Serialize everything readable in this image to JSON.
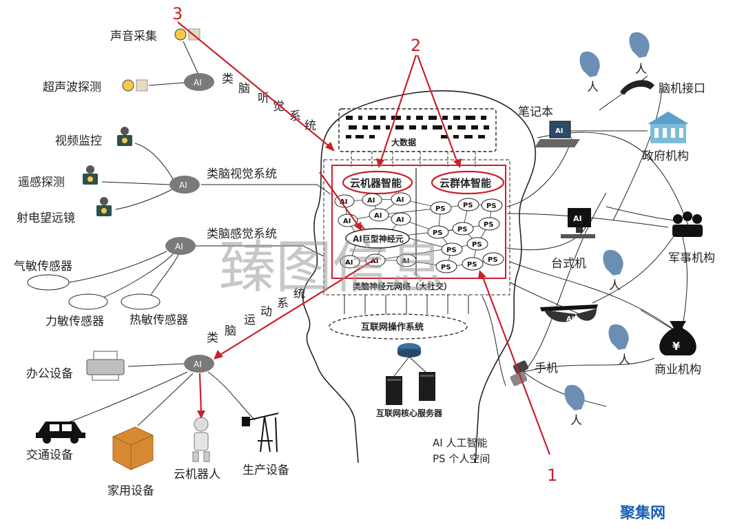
{
  "markers": {
    "m1": "1",
    "m2": "2",
    "m3": "3"
  },
  "hub_label": "AI",
  "hubs": {
    "hearing": {
      "system": [
        "类",
        "脑",
        "听",
        "觉",
        "系",
        "统"
      ],
      "inputs": [
        "声音采集",
        "超声波探测"
      ]
    },
    "vision": {
      "system": "类脑视觉系统",
      "inputs": [
        "视频监控",
        "遥感探测",
        "射电望远镜"
      ]
    },
    "sense": {
      "system": "类脑感觉系统",
      "inputs": [
        "气敏传感器",
        "力敏传感器",
        "热敏传感器"
      ]
    },
    "motion": {
      "system": [
        "类",
        "脑",
        "运",
        "动",
        "系",
        "统"
      ],
      "outputs": [
        "办公设备",
        "交通设备",
        "家用设备",
        "云机器人",
        "生产设备"
      ]
    }
  },
  "brain": {
    "big_data": "大数据",
    "cloud_machine": "云机器智能",
    "cloud_group": "云群体智能",
    "giant_neuron": "AI巨型神经元",
    "network": "类脑神经元网络（大社交）",
    "os": "互联网操作系统",
    "servers": "互联网核心服务器",
    "node_ai": "AI",
    "node_ps": "PS"
  },
  "right": {
    "person": "人",
    "bci": "脑机接口",
    "laptop": "笔记本",
    "gov": "政府机构",
    "desktop": "台式机",
    "military": "军事机构",
    "phone": "手机",
    "business": "商业机构",
    "yen": "¥"
  },
  "legend": {
    "ai": "AI 人工智能",
    "ps": "PS 个人空间"
  },
  "watermark": "臻图信息",
  "brand": "聚集网",
  "colors": {
    "accent": "#c9202a",
    "line": "#222222",
    "brand": "#1a5fb4",
    "hub": "#7a7a7a",
    "head": "#6b8fb3"
  }
}
